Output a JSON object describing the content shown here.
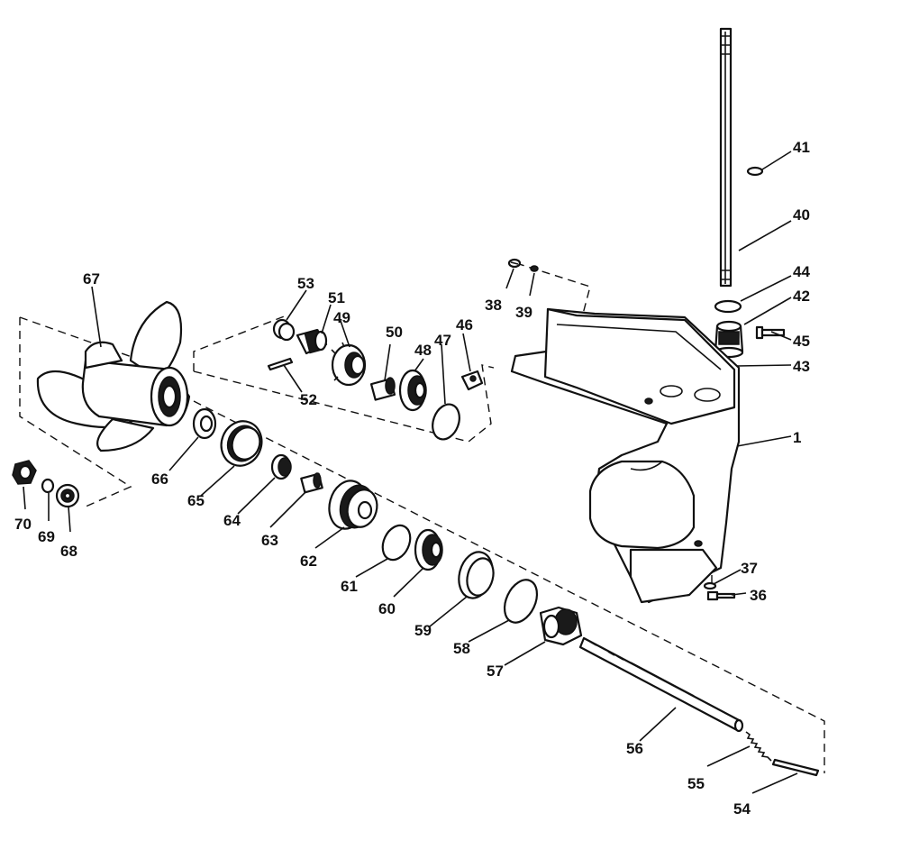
{
  "callouts": [
    {
      "id": "c41",
      "label": "41"
    },
    {
      "id": "c40",
      "label": "40"
    },
    {
      "id": "c44",
      "label": "44"
    },
    {
      "id": "c42",
      "label": "42"
    },
    {
      "id": "c45",
      "label": "45"
    },
    {
      "id": "c43",
      "label": "43"
    },
    {
      "id": "c1",
      "label": "1"
    },
    {
      "id": "c38",
      "label": "38"
    },
    {
      "id": "c39",
      "label": "39"
    },
    {
      "id": "c37",
      "label": "37"
    },
    {
      "id": "c36",
      "label": "36"
    },
    {
      "id": "c67",
      "label": "67"
    },
    {
      "id": "c53",
      "label": "53"
    },
    {
      "id": "c51",
      "label": "51"
    },
    {
      "id": "c49",
      "label": "49"
    },
    {
      "id": "c50",
      "label": "50"
    },
    {
      "id": "c48",
      "label": "48"
    },
    {
      "id": "c47",
      "label": "47"
    },
    {
      "id": "c46",
      "label": "46"
    },
    {
      "id": "c52",
      "label": "52"
    },
    {
      "id": "c66",
      "label": "66"
    },
    {
      "id": "c65",
      "label": "65"
    },
    {
      "id": "c64",
      "label": "64"
    },
    {
      "id": "c63",
      "label": "63"
    },
    {
      "id": "c62",
      "label": "62"
    },
    {
      "id": "c61",
      "label": "61"
    },
    {
      "id": "c60",
      "label": "60"
    },
    {
      "id": "c59",
      "label": "59"
    },
    {
      "id": "c58",
      "label": "58"
    },
    {
      "id": "c57",
      "label": "57"
    },
    {
      "id": "c56",
      "label": "56"
    },
    {
      "id": "c55",
      "label": "55"
    },
    {
      "id": "c54",
      "label": "54"
    },
    {
      "id": "c70",
      "label": "70"
    },
    {
      "id": "c69",
      "label": "69"
    },
    {
      "id": "c68",
      "label": "68"
    }
  ]
}
